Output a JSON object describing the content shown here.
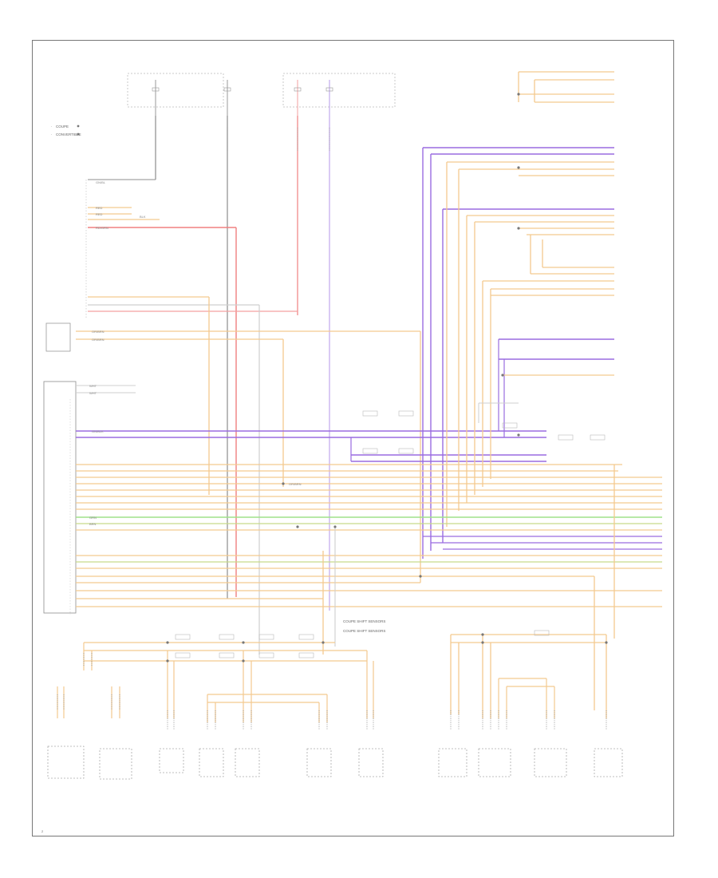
{
  "diagram": {
    "legend": {
      "items": [
        "COUPE",
        "CONVERTIBLE"
      ]
    },
    "connector_labels": [
      "GN/BL",
      "RED",
      "RED",
      "BLK",
      "RD/GRN",
      "OR/BRN",
      "OR/BRN",
      "GN/BLK",
      "OR/BRN",
      "WHT",
      "WHT",
      "GRN",
      "BRN"
    ],
    "bottom_notes": [
      "COUPE SHIFT SENSORS",
      "COUPE SHIFT SENSORS"
    ],
    "page_number": "2"
  },
  "colors": {
    "orange": "#f3c98f",
    "orange_dark": "#e8a04a",
    "purple": "#9a6ce0",
    "red": "#f08080",
    "green": "#9fe28a",
    "grey": "#8c8c8c",
    "light_grey": "#cfcfcf"
  }
}
